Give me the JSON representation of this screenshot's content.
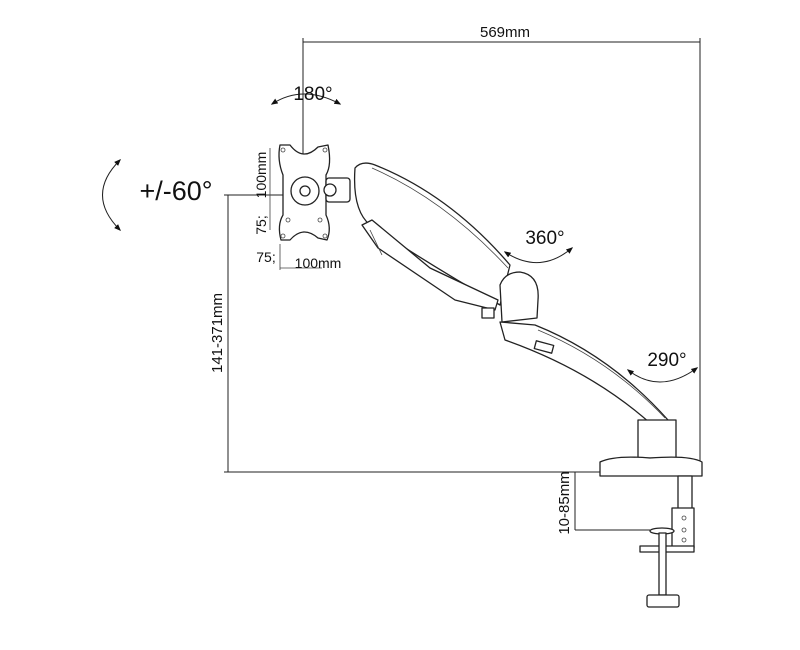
{
  "dimensions": {
    "total_reach": "569mm",
    "height_range": "141-371mm",
    "clamp_thickness": "10-85mm",
    "vesa_vertical": "100mm",
    "vesa_vertical_alt": "75;",
    "vesa_horizontal": "100mm",
    "vesa_horizontal_alt": "75;"
  },
  "rotations": {
    "rotate": "180°",
    "tilt": "+/-60°",
    "swivel_upper": "360°",
    "swivel_base": "290°"
  },
  "colors": {
    "line": "#222222",
    "background": "#ffffff"
  }
}
